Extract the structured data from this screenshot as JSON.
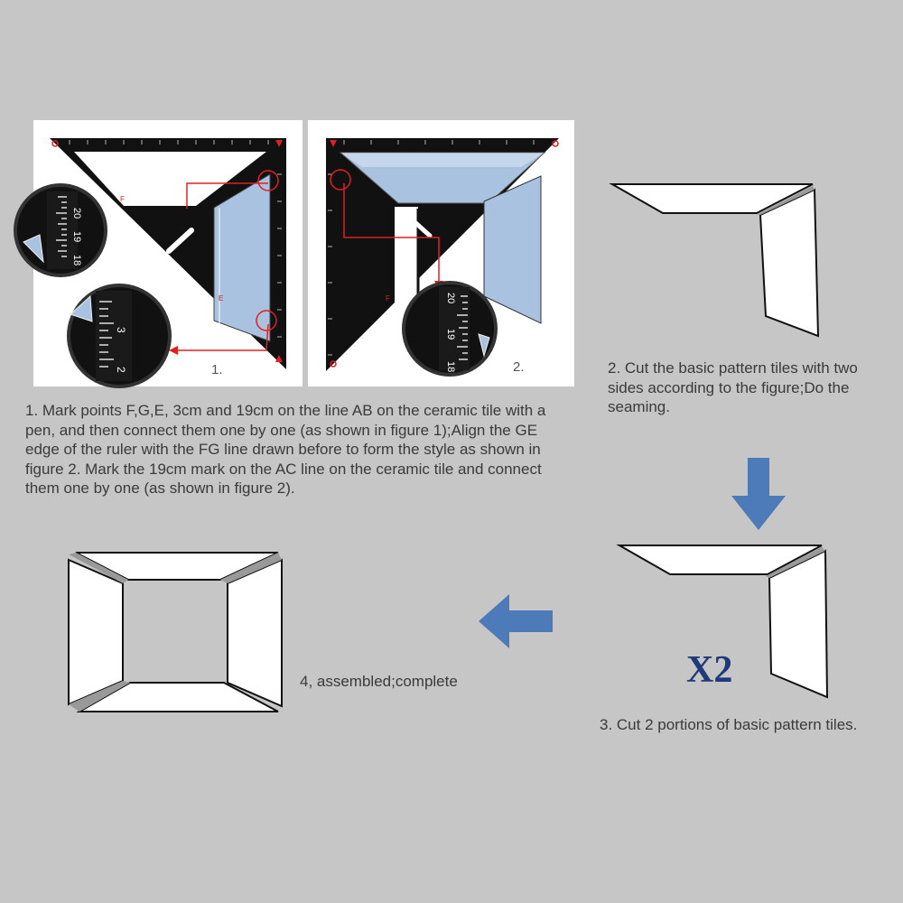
{
  "figures": {
    "fig1_label": "1.",
    "fig2_label": "2.",
    "magnifier_a_ticks": [
      "20",
      "19",
      "18"
    ],
    "magnifier_b_ticks": [
      "3",
      "2"
    ],
    "magnifier_c_ticks": [
      "20",
      "19",
      "18"
    ]
  },
  "steps": {
    "step1": "1. Mark points F,G,E, 3cm and 19cm on the line AB on the ceramic tile with a pen, and then connect them one by one (as shown in figure 1);Align the GE edge of the ruler with the FG line drawn before to form the style as shown in figure 2. Mark the 19cm mark on the AC line on the ceramic tile and connect them one by one (as shown in figure 2).",
    "step2": "2. Cut the basic pattern tiles with two sides according to the figure;Do the seaming.",
    "step3": "3. Cut 2 portions of basic pattern tiles.",
    "step4": "4, assembled;complete",
    "multiplier": "X2"
  },
  "colors": {
    "background": "#c6c6c6",
    "ruler": "#111111",
    "tile_blue": "#a9c2e0",
    "arrow_blue": "#4d7ab8",
    "guide_red": "#e02020"
  }
}
